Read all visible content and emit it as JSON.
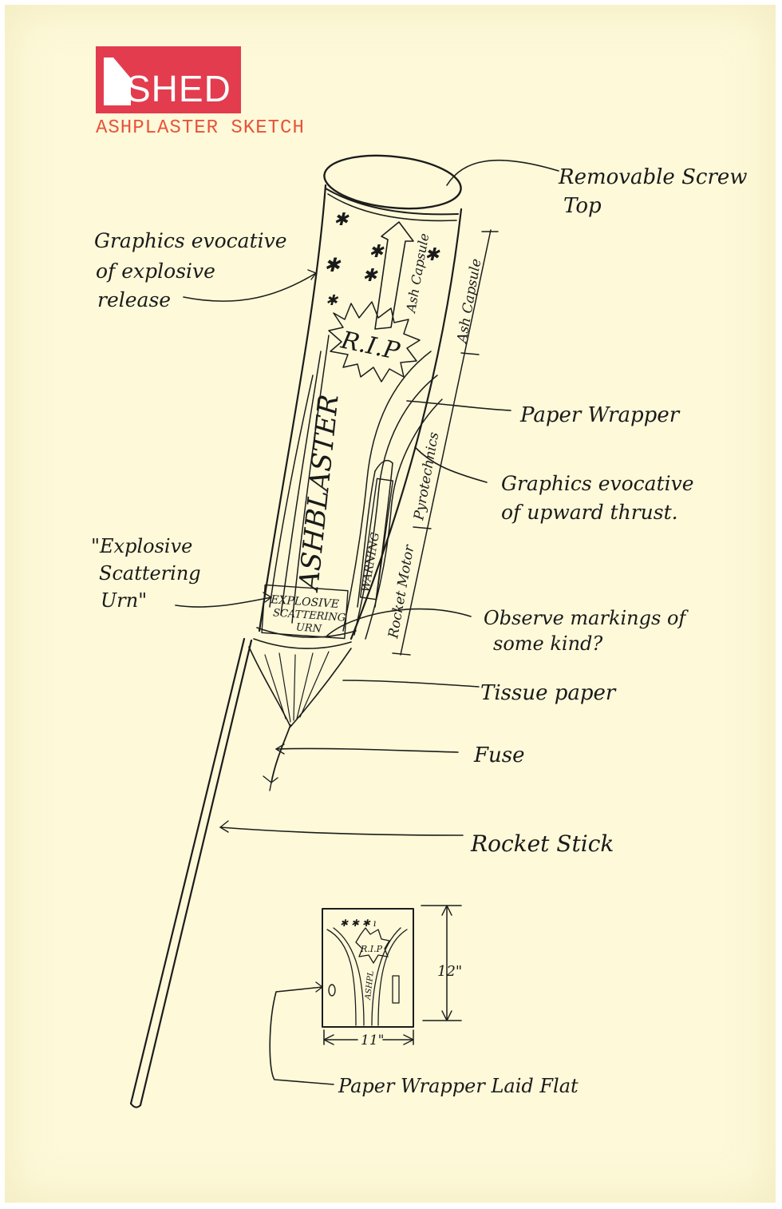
{
  "brand": {
    "logo_text": "SHED",
    "logo_color": "#e23c4e",
    "subtitle": "ASHPLASTER SKETCH",
    "subtitle_color": "#e8543a"
  },
  "paper_color": "#fdf9d9",
  "ink_color": "#1c1c1c",
  "rocket_labels": {
    "rip": "R.I.P",
    "ashplaster": "ASHBLASTER",
    "ash_capsule_inner": "Ash Capsule",
    "warning": "WARNING",
    "urn_text_1": "EXPLOSIVE",
    "urn_text_2": "SCATTERING",
    "urn_text_3": "URN"
  },
  "dimension_labels": {
    "ash_capsule": "Ash Capsule",
    "pyrotechnics": "Pyrotechnics",
    "rocket_motor": "Rocket Motor"
  },
  "annotations": {
    "removable_top": [
      "Removable Screw",
      "Top"
    ],
    "graphics_explosive": [
      "Graphics evocative",
      "of explosive",
      "release"
    ],
    "paper_wrapper": "Paper Wrapper",
    "graphics_upward": [
      "Graphics evocative",
      "of upward thrust."
    ],
    "explosive_urn": [
      "\"Explosive",
      "Scattering",
      "Urn\""
    ],
    "observe_markings": [
      "Observe markings of",
      "some kind?"
    ],
    "tissue_paper": "Tissue paper",
    "fuse": "Fuse",
    "rocket_stick": "Rocket Stick",
    "wrapper_flat": "Paper Wrapper Laid Flat"
  },
  "flat_wrapper": {
    "rip": "R.I.P",
    "ashplaster": "ASHPL",
    "height": "12\"",
    "width": "11\""
  }
}
